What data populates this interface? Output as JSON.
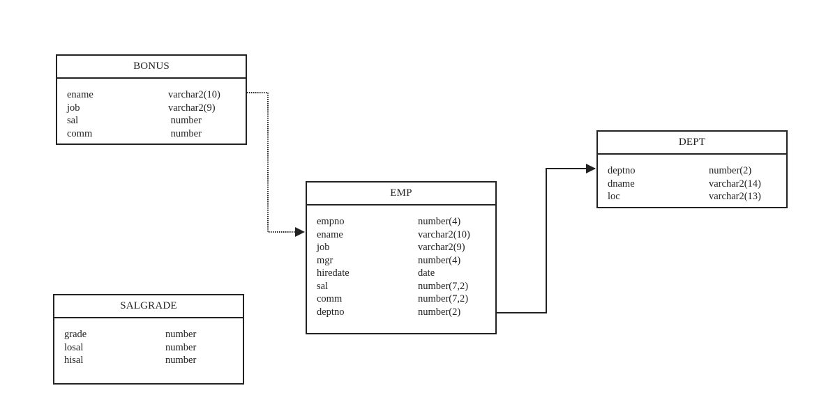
{
  "entities": {
    "bonus": {
      "name": "BONUS",
      "columns": [
        {
          "name": "ename",
          "type": "varchar2(10)"
        },
        {
          "name": "job",
          "type": "varchar2(9)"
        },
        {
          "name": "sal",
          "type": " number"
        },
        {
          "name": "comm",
          "type": " number"
        }
      ]
    },
    "emp": {
      "name": "EMP",
      "columns": [
        {
          "name": "empno",
          "type": "number(4)"
        },
        {
          "name": "ename",
          "type": "varchar2(10)"
        },
        {
          "name": "job",
          "type": "varchar2(9)"
        },
        {
          "name": "mgr",
          "type": "number(4)"
        },
        {
          "name": "hiredate",
          "type": "date"
        },
        {
          "name": "sal",
          "type": "number(7,2)"
        },
        {
          "name": "comm",
          "type": "number(7,2)"
        },
        {
          "name": "deptno",
          "type": "number(2)"
        }
      ]
    },
    "salgrade": {
      "name": "SALGRADE",
      "columns": [
        {
          "name": "grade",
          "type": "number"
        },
        {
          "name": "losal",
          "type": "number"
        },
        {
          "name": "hisal",
          "type": "number"
        }
      ]
    },
    "dept": {
      "name": "DEPT",
      "columns": [
        {
          "name": "deptno",
          "type": "number(2)"
        },
        {
          "name": "dname",
          "type": "varchar2(14)"
        },
        {
          "name": "loc",
          "type": "varchar2(13)"
        }
      ]
    }
  },
  "relationships": [
    {
      "from": "BONUS.ename",
      "to": "EMP",
      "style": "dotted"
    },
    {
      "from": "EMP.deptno",
      "to": "DEPT",
      "style": "solid"
    }
  ]
}
